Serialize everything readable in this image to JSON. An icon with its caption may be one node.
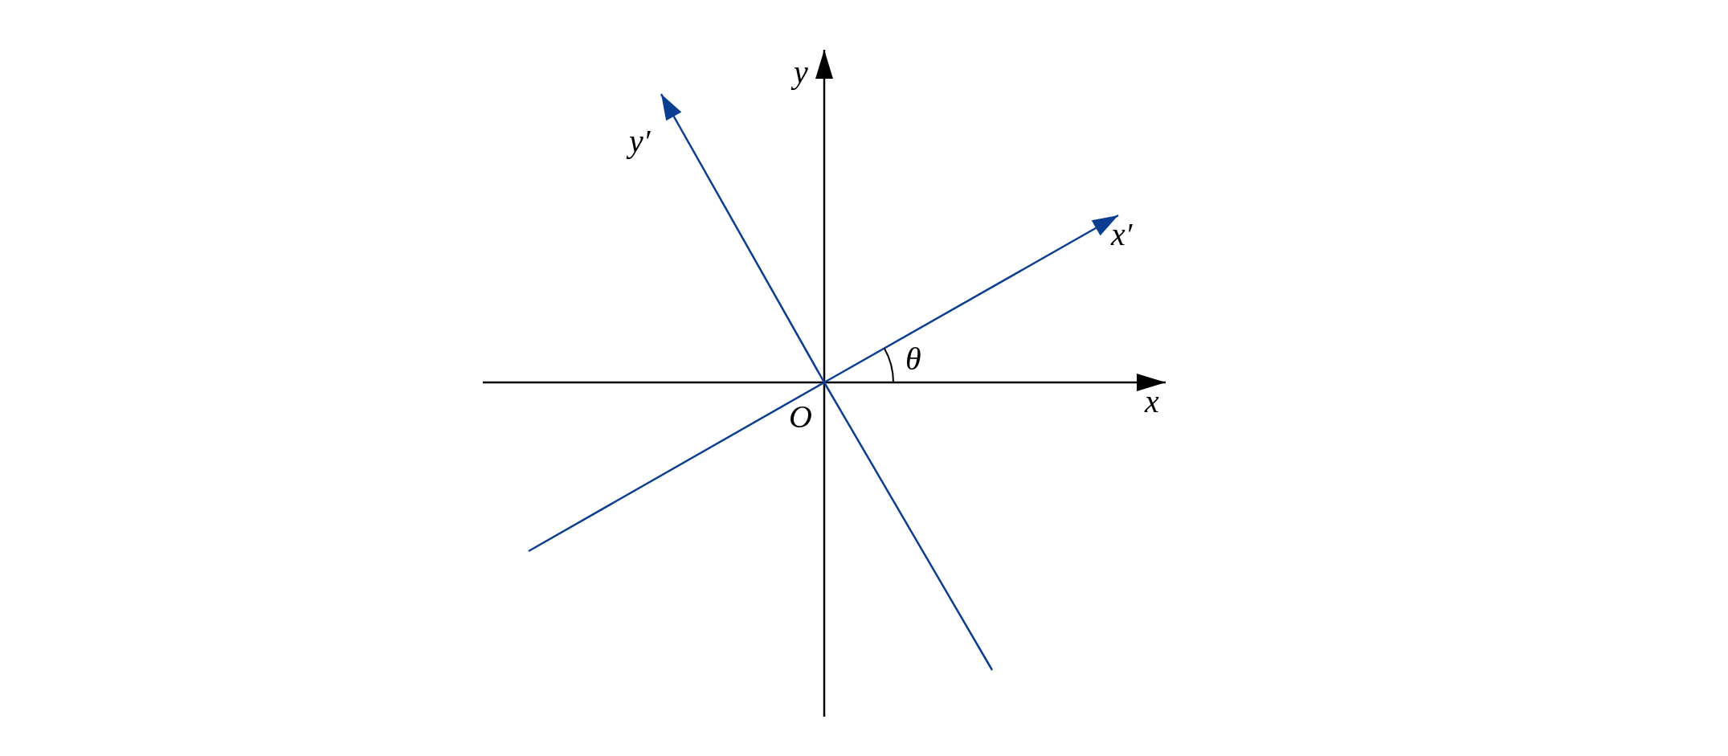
{
  "diagram": {
    "labels": [
      "y",
      "y′",
      "x′",
      "θ",
      "x",
      "O"
    ]
  }
}
